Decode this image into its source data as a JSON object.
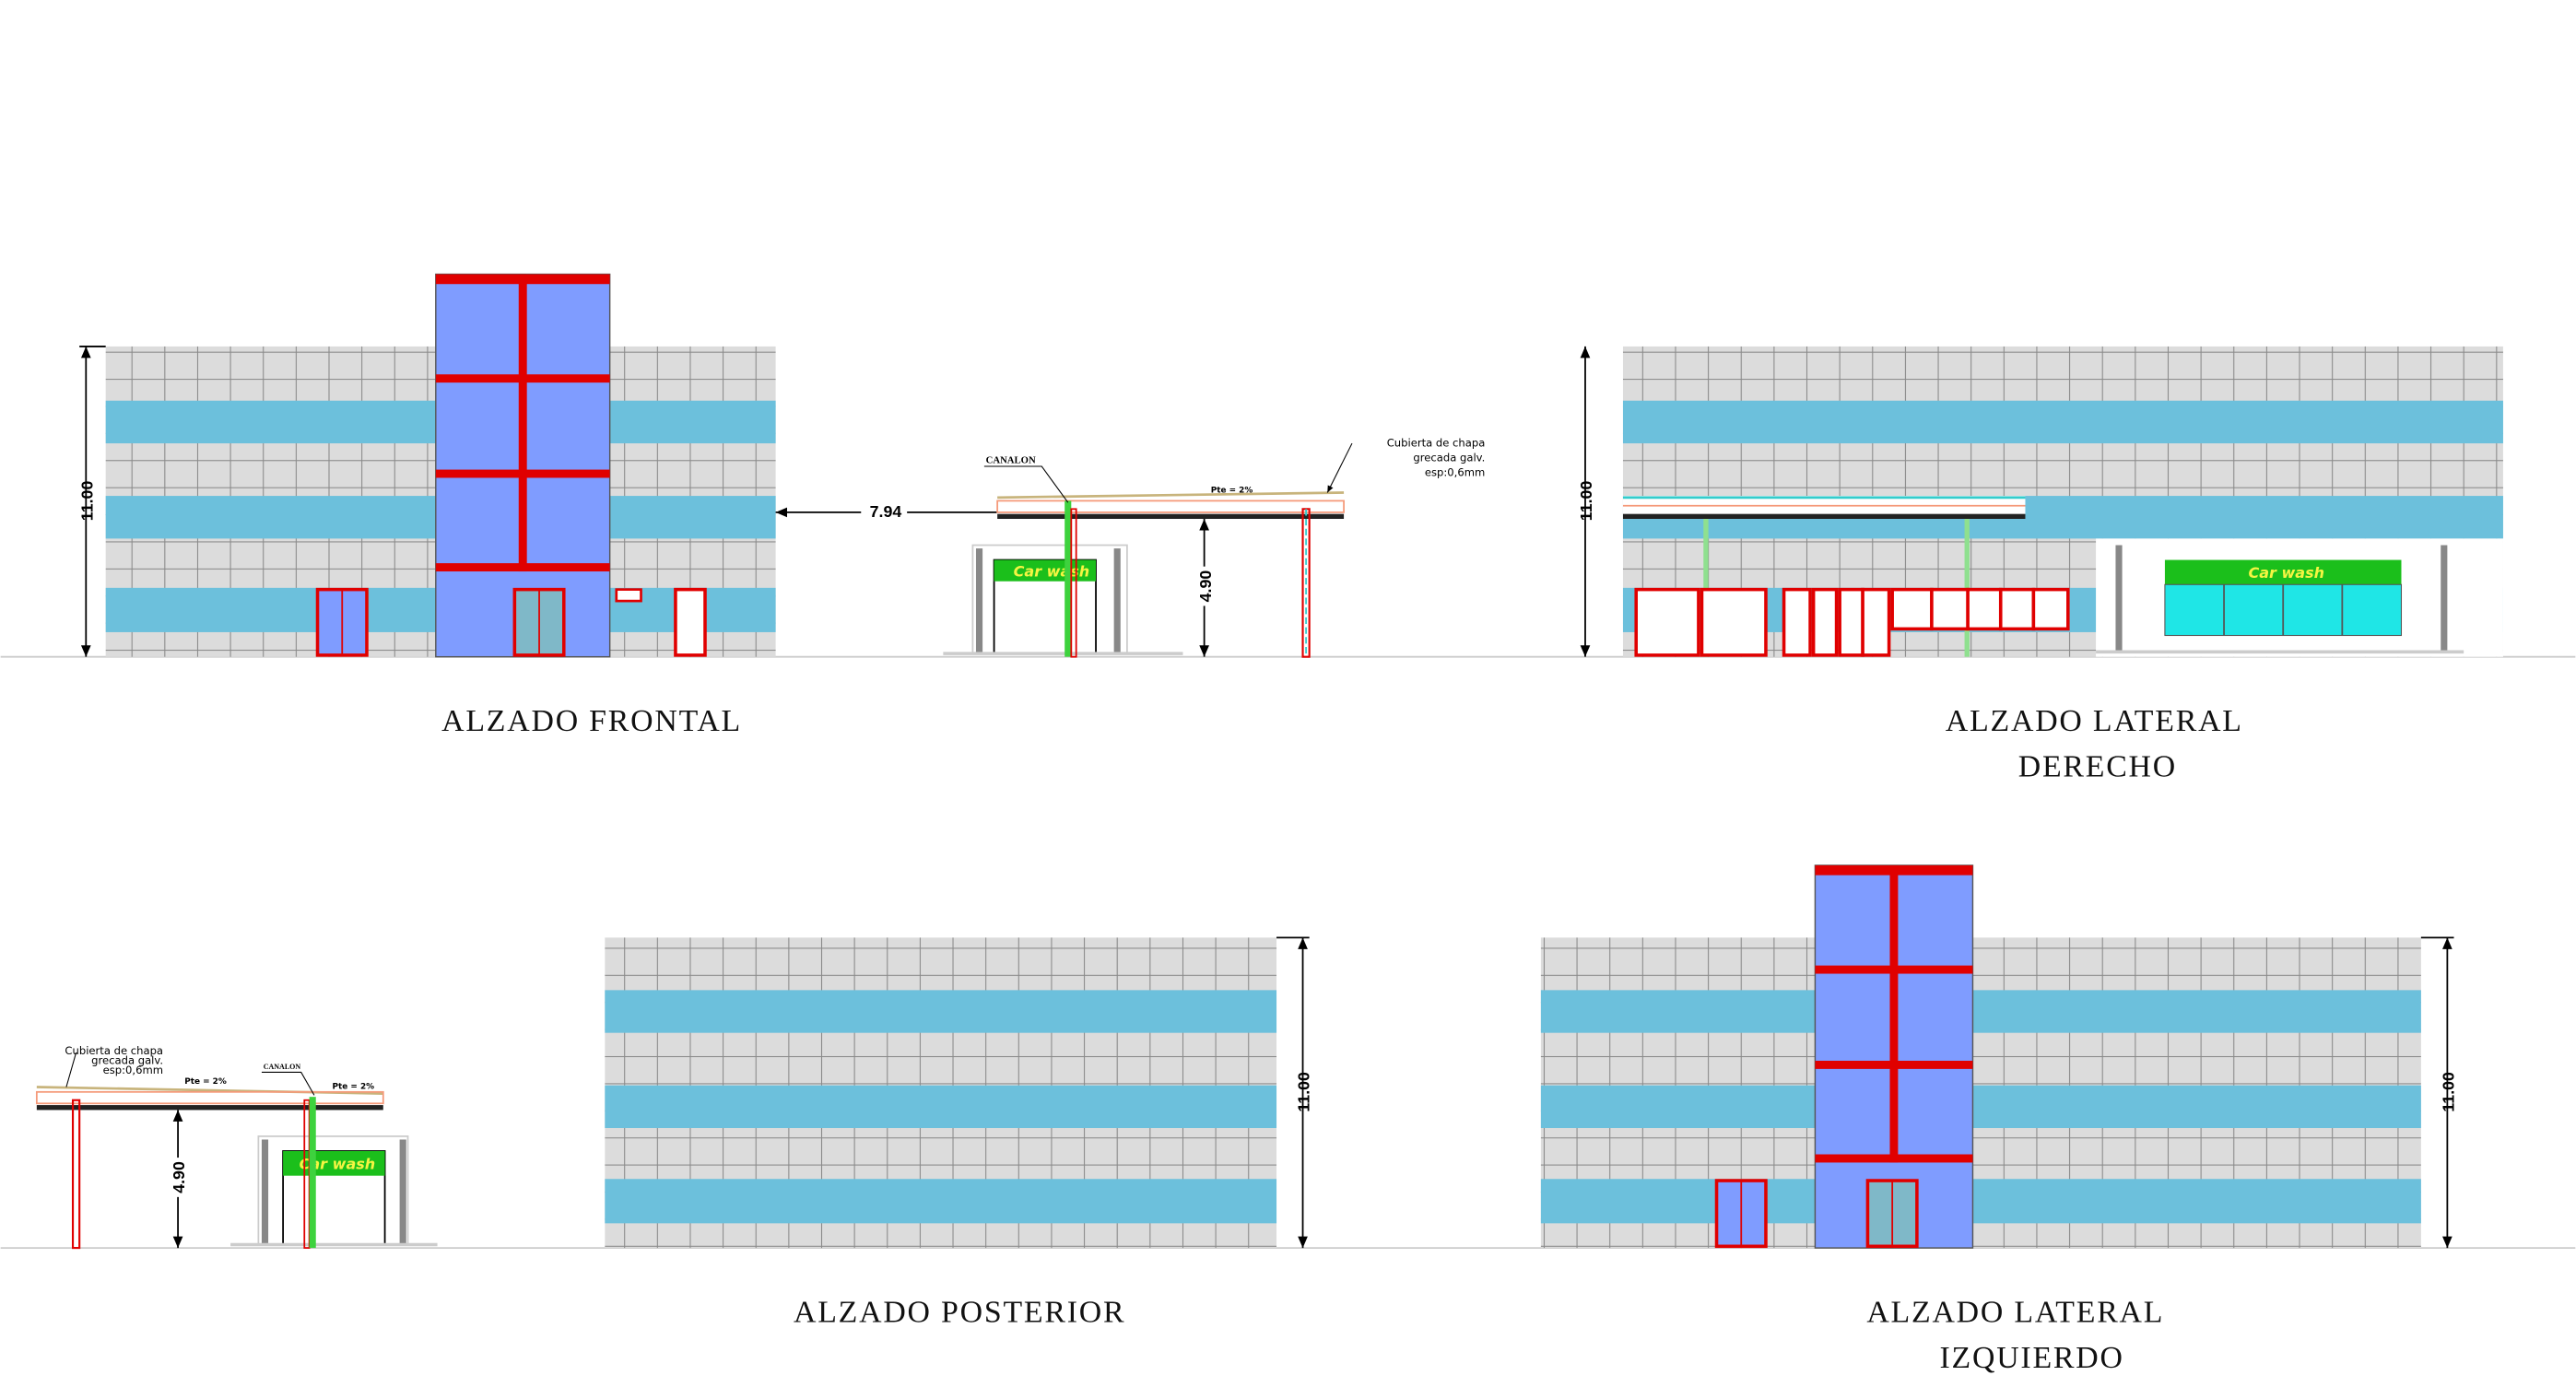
{
  "views": {
    "frontal": {
      "title": "ALZADO FRONTAL",
      "height_dim": "11.00",
      "offset_dim": "7.94"
    },
    "lateral_derecho": {
      "title_line1": "ALZADO LATERAL",
      "title_line2": "DERECHO",
      "height_dim": "11.00",
      "sign": "Car wash"
    },
    "posterior": {
      "title": "ALZADO POSTERIOR",
      "height_dim": "11.00"
    },
    "lateral_izquierdo": {
      "title_line1": "ALZADO LATERAL",
      "title_line2": "IZQUIERDO",
      "height_dim": "11.00"
    }
  },
  "canopy_top": {
    "gutter_label": "CANALON",
    "roof_note_1": "Cubierta de chapa",
    "roof_note_2": "grecada galv.",
    "roof_note_3": "esp:0,6mm",
    "slope": "Pte = 2%",
    "height_dim": "4.90",
    "sign": "Car wash"
  },
  "canopy_bottom": {
    "gutter_label": "CANALON",
    "roof_note_1": "Cubierta de chapa",
    "roof_note_2": "grecada galv.",
    "roof_note_3": "esp:0,6mm",
    "slope_1": "Pte = 2%",
    "slope_2": "Pte = 2%",
    "height_dim": "4.90",
    "sign": "Car wash"
  },
  "colors": {
    "tile": "#dcdcdc",
    "band": "#6cc0dc",
    "glass": "#7f9cff",
    "frame": "#e00000",
    "sign": "#1bbf1b"
  }
}
